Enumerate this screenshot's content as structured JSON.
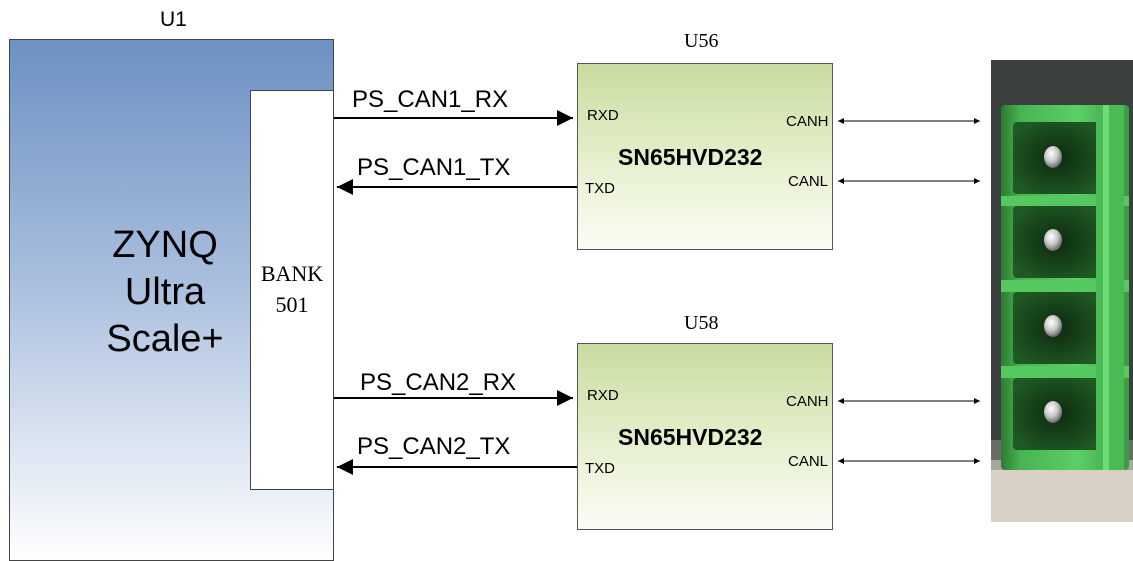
{
  "u1": {
    "ref": "U1",
    "name_lines": [
      "ZYNQ",
      "Ultra",
      "Scale+"
    ],
    "bank_lines": [
      "BANK",
      "501"
    ]
  },
  "transceivers": [
    {
      "ref": "U56",
      "part": "SN65HVD232",
      "pins": {
        "rxd": "RXD",
        "txd": "TXD",
        "canh": "CANH",
        "canl": "CANL"
      }
    },
    {
      "ref": "U58",
      "part": "SN65HVD232",
      "pins": {
        "rxd": "RXD",
        "txd": "TXD",
        "canh": "CANH",
        "canl": "CANL"
      }
    }
  ],
  "signals": [
    "PS_CAN1_RX",
    "PS_CAN1_TX",
    "PS_CAN2_RX",
    "PS_CAN2_TX"
  ],
  "colors": {
    "u1_top": "#6d91c3",
    "xcvr_top": "#c9dc9f",
    "connector": "#4fbd5a"
  }
}
